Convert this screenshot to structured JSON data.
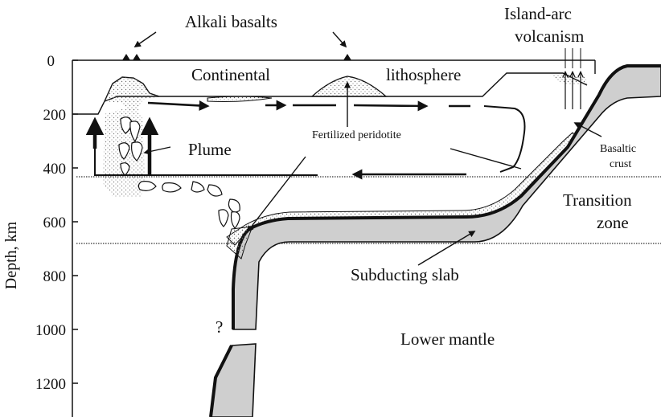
{
  "labels": {
    "alkali_basalts": "Alkali basalts",
    "island_arc_line1": "Island-arc",
    "island_arc_line2": "volcanism",
    "continental": "Continental",
    "lithosphere": "lithosphere",
    "plume": "Plume",
    "fertilized_peridotite": "Fertilized peridotite",
    "basaltic_line1": "Basaltic",
    "basaltic_line2": "crust",
    "transition_line1": "Transition",
    "transition_line2": "zone",
    "subducting_slab": "Subducting slab",
    "lower_mantle": "Lower mantle",
    "question": "?"
  },
  "axis": {
    "label": "Depth, km",
    "ticks": [
      "0",
      "200",
      "400",
      "600",
      "800",
      "1000",
      "1200"
    ]
  },
  "colors": {
    "ink": "#111111",
    "slab_fill": "#d0d0d0",
    "stipple": "#8a8a8a"
  }
}
